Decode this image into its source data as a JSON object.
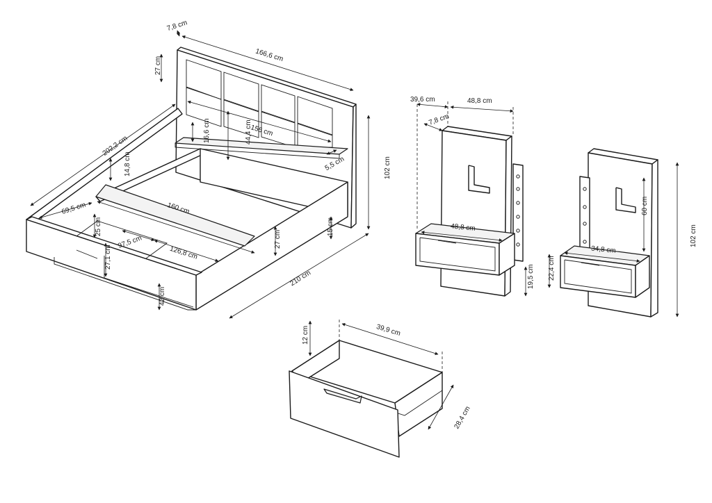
{
  "bed": {
    "dims": {
      "headboard_depth": "7,8 cm",
      "headboard_width": "166,6 cm",
      "panel_height": "27 cm",
      "shelf_height": "16,6 cm",
      "inner_height": "44,4 cm",
      "shelf_width": "156 cm",
      "shelf_depth": "5,5 cm",
      "total_height": "102 cm",
      "frame_length": "202,2 cm",
      "slat_height": "14,8 cm",
      "mattress_width": "160 cm",
      "drawer_depth": "69,5 cm",
      "side_height": "25 cm",
      "drawer_width": "97,5 cm",
      "drawer_length": "126,8 cm",
      "frame_height": "27,1 cm",
      "clearance": "42 cm",
      "side_board_height": "27 cm",
      "leg_height": "15 cm",
      "total_length": "210 cm"
    }
  },
  "nightstand_left": {
    "dims": {
      "total_depth": "39,6 cm",
      "panel_width": "48,8 cm",
      "panel_depth": "7,8 cm",
      "top_width": "48,8 cm",
      "bottom_gap": "19,5 cm"
    }
  },
  "nightstand_right": {
    "dims": {
      "top_width": "34,8 cm",
      "box_height": "22,4 cm",
      "panel_height": "60 cm",
      "total_height": "102 cm"
    }
  },
  "drawer": {
    "dims": {
      "height": "12 cm",
      "width": "39,9 cm",
      "depth": "28,4 cm"
    }
  }
}
